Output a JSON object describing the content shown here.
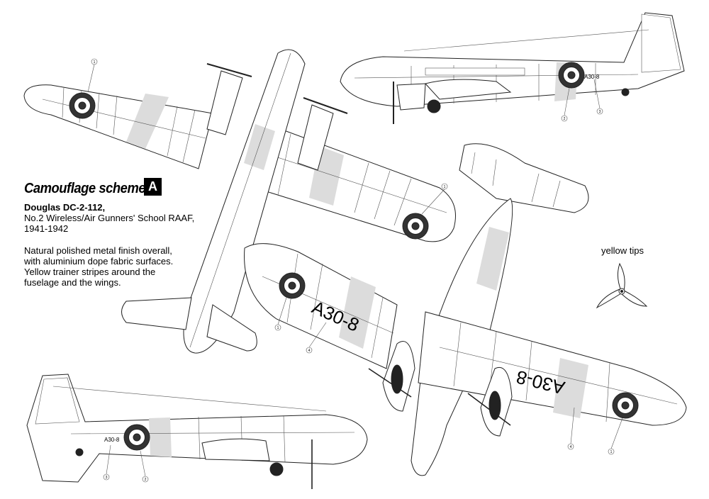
{
  "scheme": {
    "heading": "Camouflage scheme",
    "badge": "A",
    "aircraft": "Douglas DC-2-112,",
    "unit": "No.2 Wireless/Air Gunners' School RAAF,",
    "years": "1941-1942",
    "description": [
      "Natural polished metal finish overall,",
      "with aluminium dope fabric surfaces.",
      "Yellow trainer stripes around the",
      "fuselage and the wings."
    ]
  },
  "propeller_note": "yellow tips",
  "serial": "A30-8",
  "callouts": [
    "1",
    "2",
    "3",
    "4"
  ],
  "colors": {
    "line": "#222222",
    "roundel_outer": "#333333",
    "roundel_white": "#ffffff",
    "stripe": "#dcdcdc",
    "metal": "#ffffff"
  }
}
